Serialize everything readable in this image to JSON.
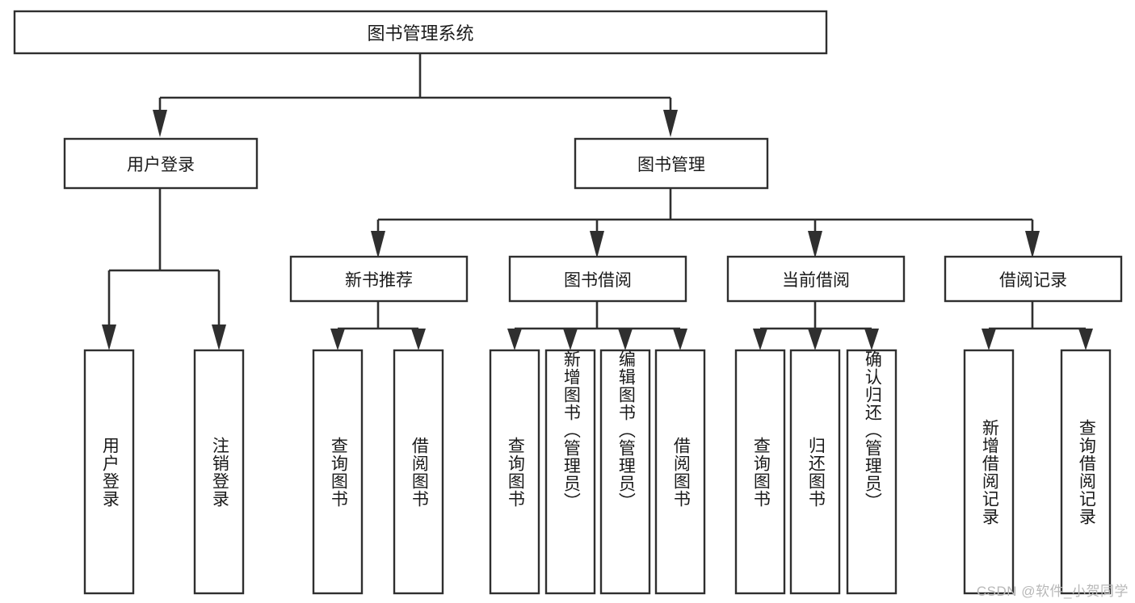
{
  "diagram": {
    "title": "图书管理系统",
    "watermark": "CSDN @软件_小贺同学",
    "colors": {
      "box_stroke": "#2f2f2f",
      "box_fill": "#ffffff",
      "text": "#1a1a1a",
      "connector": "#2f2f2f",
      "watermark": "#b8b8b8",
      "background": "#ffffff"
    },
    "root": {
      "label": "图书管理系统"
    },
    "level2": [
      {
        "label": "用户登录"
      },
      {
        "label": "图书管理"
      }
    ],
    "level3": [
      {
        "label": "新书推荐"
      },
      {
        "label": "图书借阅"
      },
      {
        "label": "当前借阅"
      },
      {
        "label": "借阅记录"
      }
    ],
    "leaves": {
      "user_login": [
        {
          "label": "用户登录"
        },
        {
          "label": "注销登录"
        }
      ],
      "new_book_recommend": [
        {
          "label": "查询图书"
        },
        {
          "label": "借阅图书"
        }
      ],
      "book_borrow": [
        {
          "label": "查询图书"
        },
        {
          "label": "新增图书（管理员）"
        },
        {
          "label": "编辑图书（管理员）"
        },
        {
          "label": "借阅图书"
        }
      ],
      "current_borrow": [
        {
          "label": "查询图书"
        },
        {
          "label": "归还图书"
        },
        {
          "label": "确认归还（管理员）"
        }
      ],
      "borrow_record": [
        {
          "label": "新增借阅记录"
        },
        {
          "label": "查询借阅记录"
        }
      ]
    }
  }
}
